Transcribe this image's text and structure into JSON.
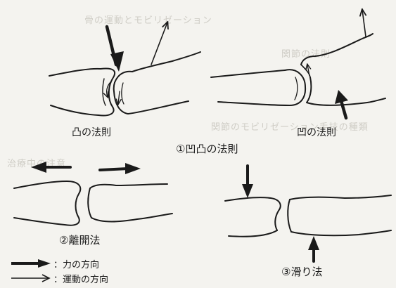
{
  "labels": {
    "convex_rule": "凸の法則",
    "concave_rule": "凹の法則",
    "title_concave_convex": "①凹凸の法則",
    "separation": "②離開法",
    "gliding": "③滑り法"
  },
  "legend": {
    "force_direction": "：力の方向",
    "motion_direction": "：運動の方向"
  },
  "background_text": [
    "骨の運動とモビリゼーション",
    "関節の法則",
    "関節のモビリゼーション手技の種類",
    "治療中の注意"
  ],
  "colors": {
    "ink": "#1a1a1a",
    "paper": "#f4f3ef",
    "faint_text": "#cfcdc6"
  }
}
